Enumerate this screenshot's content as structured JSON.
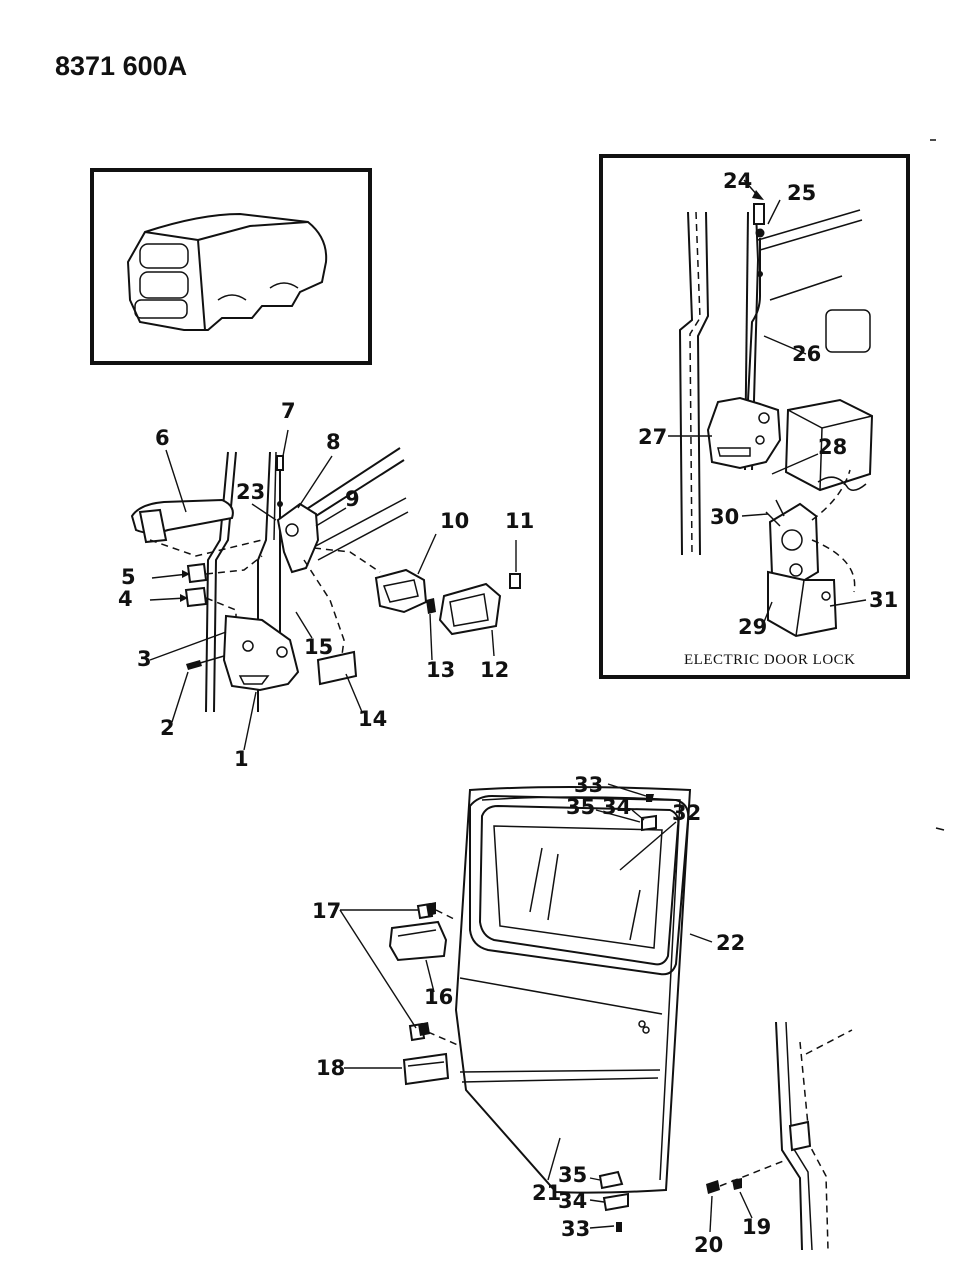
{
  "diagram_id": "8371 600A",
  "inset_caption": "ELECTRIC DOOR LOCK",
  "callouts": {
    "c1": "1",
    "c2": "2",
    "c3": "3",
    "c4": "4",
    "c5": "5",
    "c6": "6",
    "c7": "7",
    "c8": "8",
    "c9": "9",
    "c10": "10",
    "c11": "11",
    "c12": "12",
    "c13": "13",
    "c14": "14",
    "c15": "15",
    "c16": "16",
    "c17": "17",
    "c18": "18",
    "c19": "19",
    "c20": "20",
    "c21": "21",
    "c22": "22",
    "c23": "23",
    "c24": "24",
    "c25": "25",
    "c26": "26",
    "c27": "27",
    "c28": "28",
    "c29": "29",
    "c30": "30",
    "c31": "31",
    "c32": "32",
    "c33": "33",
    "c34": "34",
    "c35": "35"
  }
}
